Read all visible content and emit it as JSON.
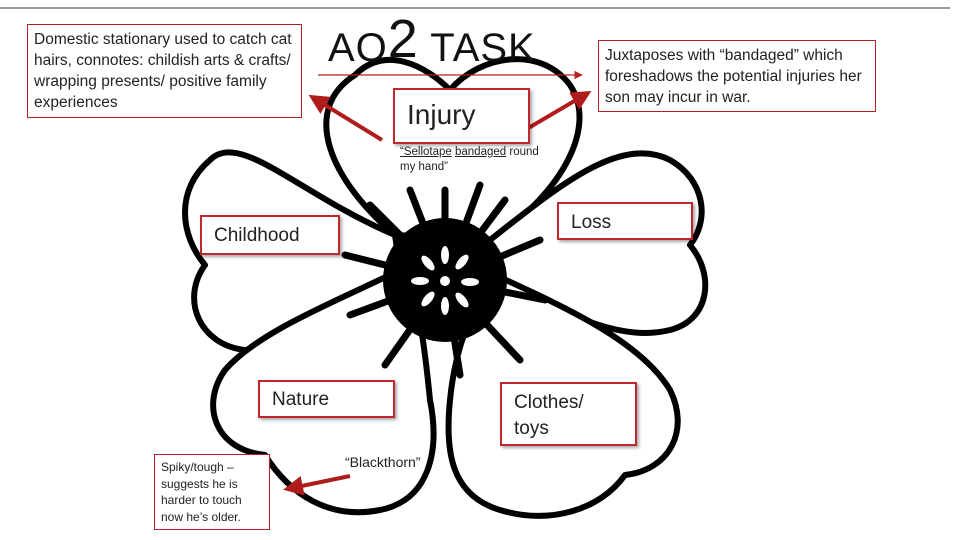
{
  "title": {
    "prefix": "AO",
    "digit": "2",
    "suffix": " TASK"
  },
  "notes": {
    "left": "Domestic stationary used to catch cat hairs, connotes: childish arts & crafts/ wrapping presents/ positive family experiences",
    "right": "Juxtaposes with “bandaged” which foreshadows the potential injuries her son may incur in war.",
    "bottom": "Spiky/tough – suggests he is harder to touch now he’s older."
  },
  "petals": {
    "injury": "Injury",
    "childhood": "Childhood",
    "loss": "Loss",
    "nature": "Nature",
    "clothes": "Clothes/ toys"
  },
  "quotes": {
    "sellotape": "“Sellotape",
    "bandaged": "bandaged",
    "rest": " round my hand”",
    "blackthorn": "“Blackthorn”"
  },
  "colors": {
    "accent": "#c0262b",
    "arrow": "#b01b1b"
  }
}
